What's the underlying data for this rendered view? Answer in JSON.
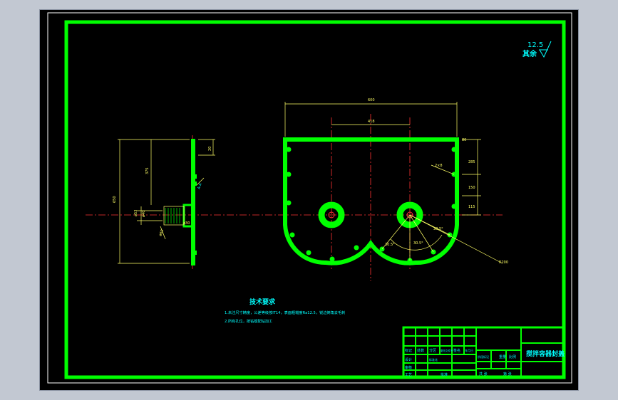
{
  "colors": {
    "frame": "#00ff00",
    "dimension": "#ffff66",
    "centerline": "#ff3333",
    "text": "#00ffff",
    "background": "#000000",
    "outer_bg": "#c2c8d2"
  },
  "roughness": {
    "value": "12.5",
    "label": "其余"
  },
  "front_view": {
    "dims": {
      "overall_width": "600",
      "hole_spacing": "418",
      "top_step": "80",
      "right_a": "285",
      "right_b": "150",
      "right_c": "115",
      "bottom_a": "30.5°",
      "bottom_b": "30.5°",
      "bottom_c": "30.5°",
      "radius": "R200",
      "chamfer": "2×8"
    }
  },
  "side_view": {
    "dims": {
      "overall_height": "650",
      "upper_height": "375",
      "top_thickness": "20",
      "bore_a": "ø53",
      "bore_b": "ø40",
      "flange_a": "ø60",
      "flange_b": "ø30",
      "section_tag": "A-A"
    }
  },
  "notes": {
    "heading": "技术要求",
    "line1": "1.未注尺寸精度，公差等级按IT14，表面粗糙度Ra12.5，锐边倒角去毛刺",
    "line2": "2.所有孔位，按钻模配钻加工"
  },
  "title_block": {
    "part_name": "搅拌容器封盖",
    "row_labels": [
      "标记",
      "处数",
      "分区",
      "更改文件号",
      "签名",
      "年月日"
    ],
    "stage_labels": [
      "阶段标记",
      "重量",
      "比例"
    ],
    "design": "设计",
    "standard": "标准化",
    "review": "审核",
    "process": "工艺",
    "approve": "批准",
    "sheet": "共 张",
    "sheet_no": "第 张"
  }
}
